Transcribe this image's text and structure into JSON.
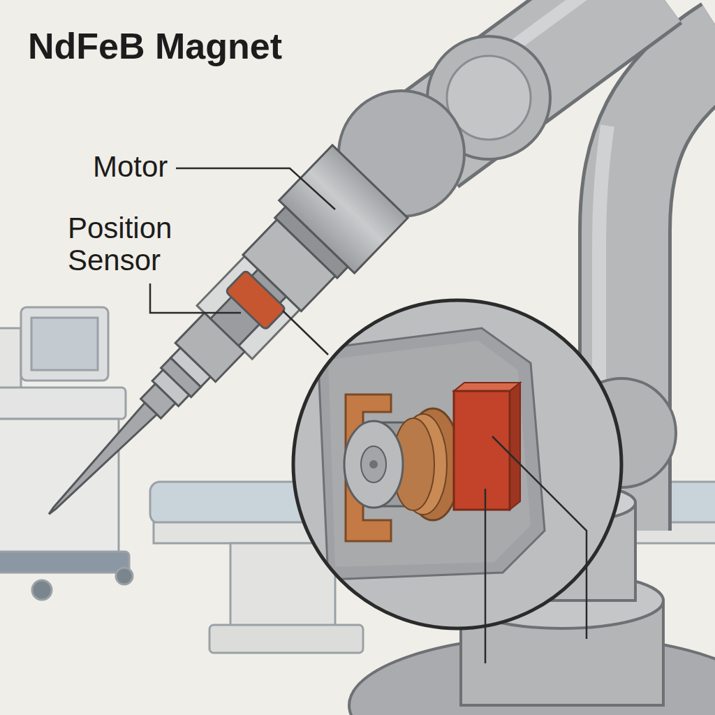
{
  "diagram": {
    "title": "NdFeB Magnet",
    "labels": [
      "Motor",
      "Position Sensor"
    ]
  }
}
